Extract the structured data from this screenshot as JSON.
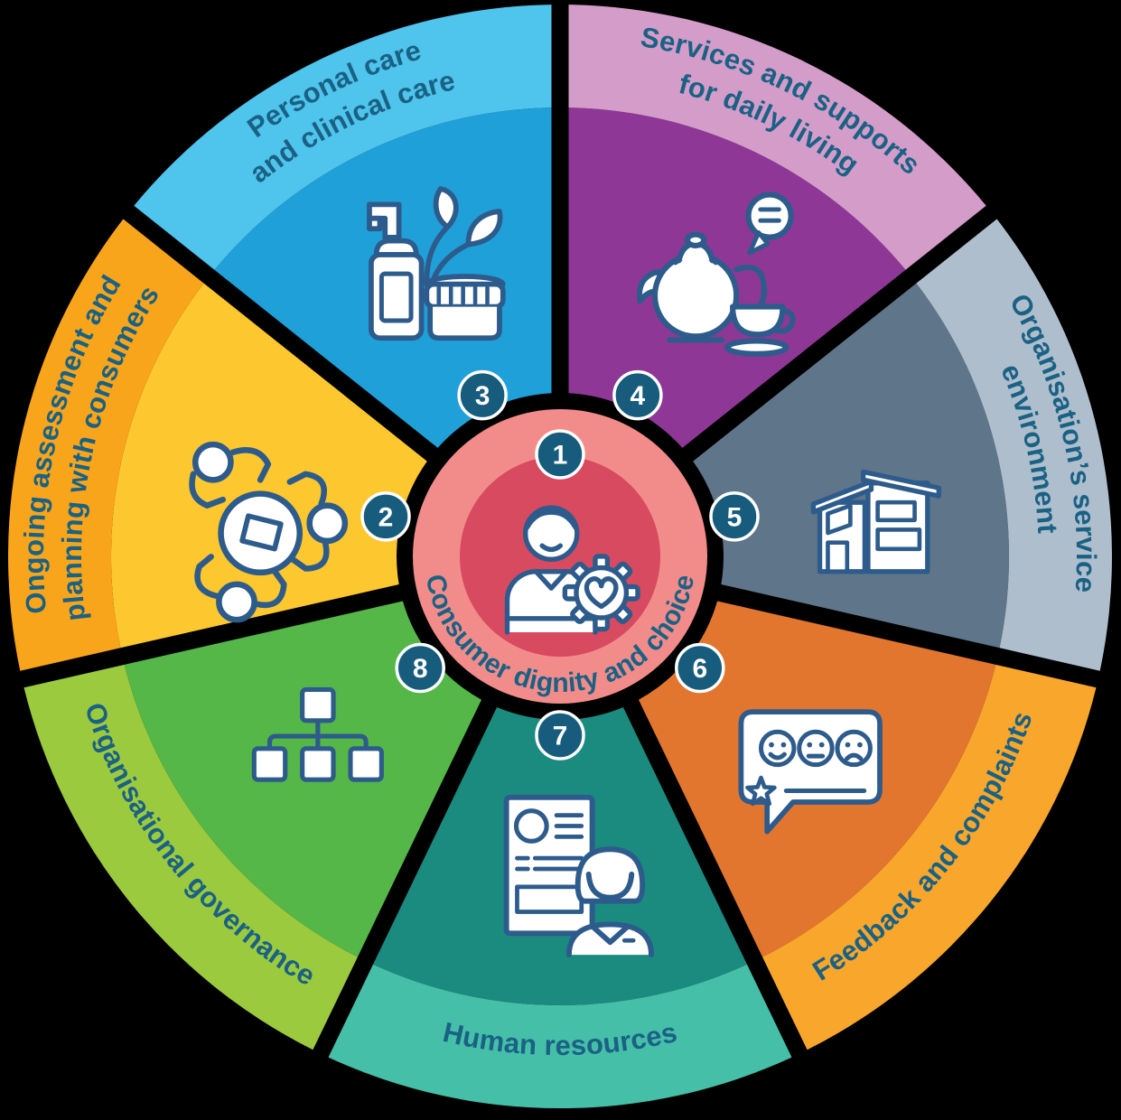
{
  "title": "Aged Care Quality Standards wheel",
  "background": "#000000",
  "label_color": "#1A6184",
  "icon_stroke": "#2D5B8C",
  "badge": {
    "fill": "#175C7C",
    "ring": "#FFFFFF",
    "text_color": "#FFFFFF"
  },
  "center": {
    "number": "1",
    "label": "Consumer dignity and choice",
    "icon": "person-heart-gear-icon",
    "colors": {
      "inner": "#D74A60",
      "ring": "#F28C8A"
    }
  },
  "segments": [
    {
      "number": "2",
      "label_lines": [
        "Ongoing assessment and",
        "planning with consumers"
      ],
      "icon": "people-around-table-icon",
      "colors": {
        "main": "#FDC72F",
        "band": "#F9A51B"
      }
    },
    {
      "number": "3",
      "label_lines": [
        "Personal care",
        "and clinical care"
      ],
      "icon": "care-products-icon",
      "colors": {
        "main": "#1FA0D8",
        "band": "#4FC4EC"
      }
    },
    {
      "number": "4",
      "label_lines": [
        "Services and supports",
        "for daily living"
      ],
      "icon": "teapot-icon",
      "colors": {
        "main": "#8F3796",
        "band": "#D49CC9"
      }
    },
    {
      "number": "5",
      "label_lines": [
        "Organisation’s service",
        "environment"
      ],
      "icon": "house-icon",
      "colors": {
        "main": "#5F7589",
        "band": "#AEBECD"
      }
    },
    {
      "number": "6",
      "label_lines": [
        "Feedback and complaints"
      ],
      "icon": "feedback-bubble-icon",
      "colors": {
        "main": "#E2762E",
        "band": "#F9A72C"
      }
    },
    {
      "number": "7",
      "label_lines": [
        "Human resources"
      ],
      "icon": "resume-person-icon",
      "colors": {
        "main": "#1B8B80",
        "band": "#45BFA8"
      }
    },
    {
      "number": "8",
      "label_lines": [
        "Organisational governance"
      ],
      "icon": "org-chart-icon",
      "colors": {
        "main": "#55B748",
        "band": "#9BCA3E"
      }
    }
  ]
}
